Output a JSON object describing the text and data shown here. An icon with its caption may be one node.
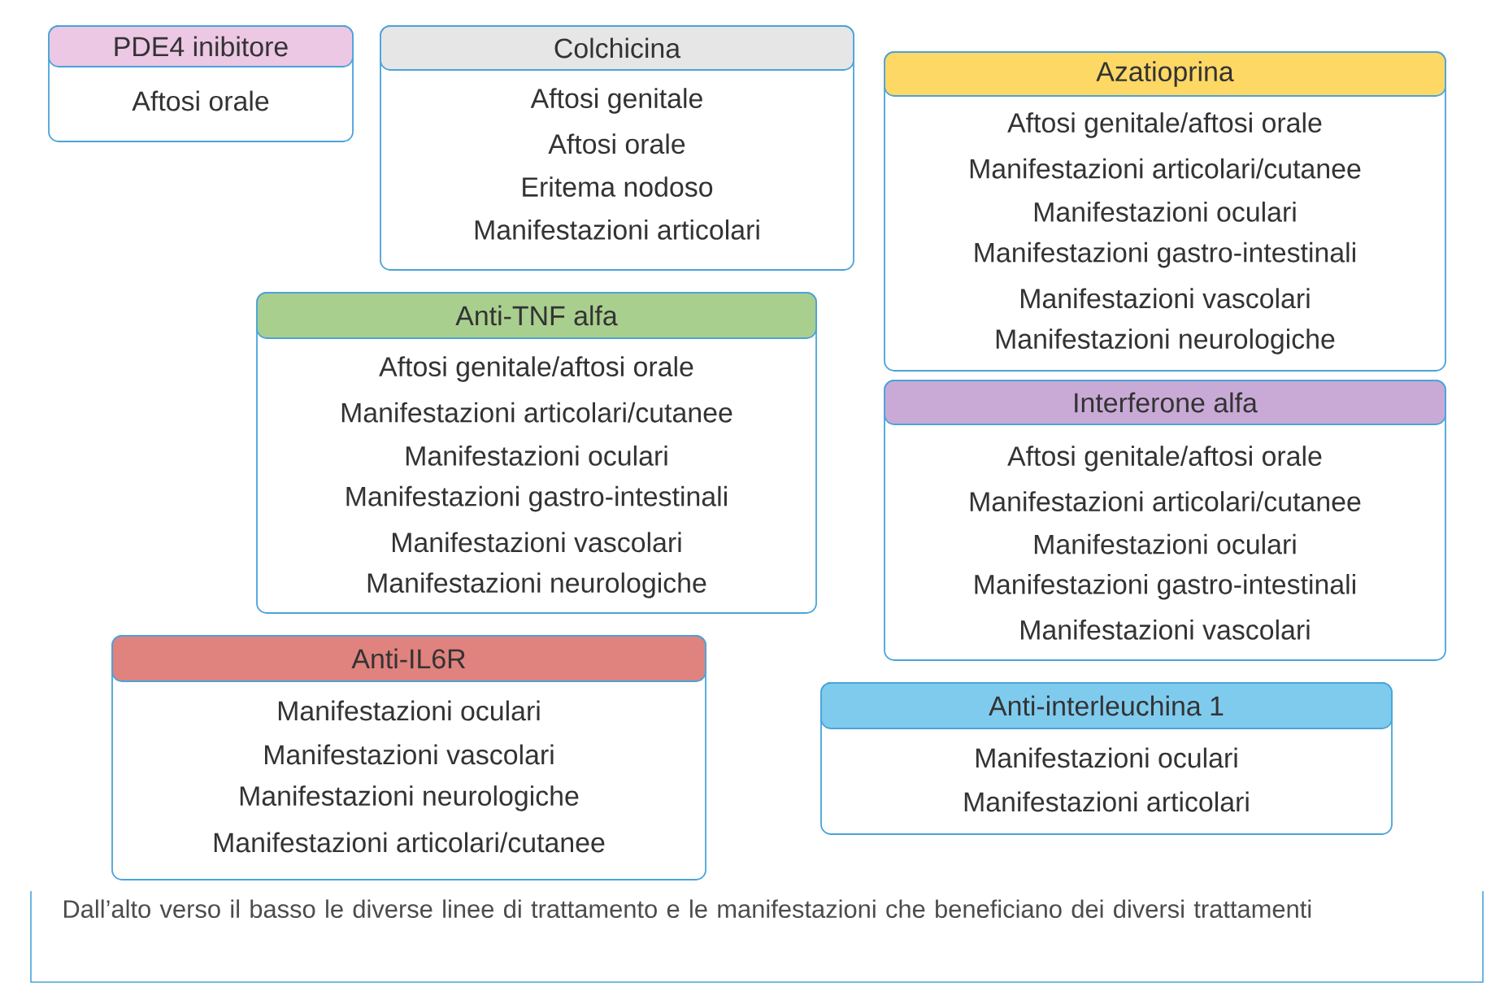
{
  "diagram": {
    "caption": "Dall’alto verso il basso le diverse linee di trattamento e le manifestazioni che beneficiano dei diversi trattamenti",
    "nodes": [
      {
        "text": [
          "PDE4 inibitore",
          "Aftosi orale"
        ]
      },
      {
        "text": [
          "Colchicina",
          "Aftosi genitale",
          "Aftosi orale",
          "Eritema nodoso",
          "Manifestazioni articolari"
        ]
      },
      {
        "text": [
          "Azatioprina",
          "Aftosi genitale/aftosi orale",
          "Manifestazioni articolari/cutanee",
          "Manifestazioni oculari",
          "Manifestazioni gastro-intestinali",
          "Manifestazioni vascolari",
          "Manifestazioni neurologiche"
        ]
      },
      {
        "text": [
          "Anti-TNF alfa",
          "Aftosi genitale/aftosi orale",
          "Manifestazioni articolari/cutanee",
          "Manifestazioni oculari",
          "Manifestazioni gastro-intestinali",
          "Manifestazioni vascolari",
          "Manifestazioni neurologiche"
        ]
      },
      {
        "text": [
          "Interferone alfa",
          "Aftosi genitale/aftosi orale",
          "Manifestazioni articolari/cutanee",
          "Manifestazioni oculari",
          "Manifestazioni gastro-intestinali",
          "Manifestazioni vascolari"
        ]
      },
      {
        "text": [
          "Anti-IL6R",
          "Manifestazioni oculari",
          "Manifestazioni vascolari",
          "Manifestazioni neurologiche",
          "Manifestazioni articolari/cutanee"
        ]
      },
      {
        "text": [
          "Anti-interleuchina 1",
          "Manifestazioni oculari",
          "Manifestazioni articolari"
        ]
      }
    ]
  }
}
